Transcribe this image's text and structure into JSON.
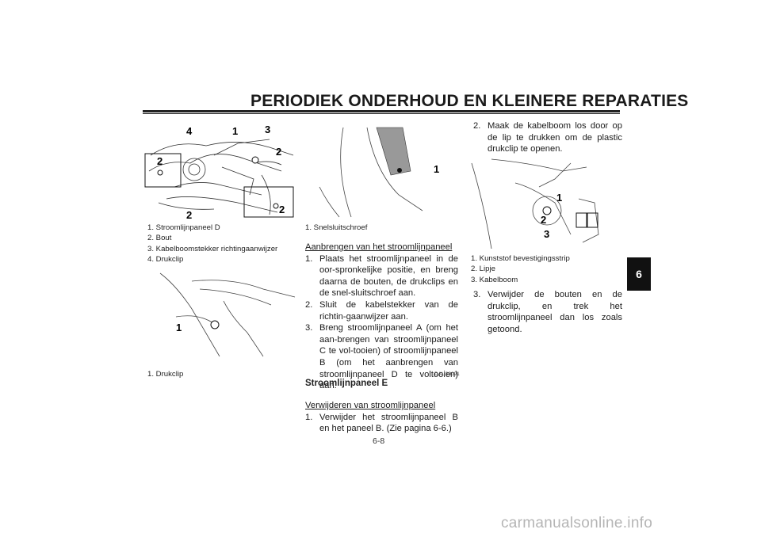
{
  "header": {
    "title": "PERIODIEK ONDERHOUD EN KLEINERE REPARATIES"
  },
  "tab": {
    "label": "6"
  },
  "figure1": {
    "callouts": [
      "4",
      "1",
      "3",
      "2",
      "2",
      "2",
      "2"
    ],
    "captions": [
      "1. Stroomlijnpaneel D",
      "2. Bout",
      "3. Kabelboomstekker richtingaanwijzer",
      "4. Drukclip"
    ]
  },
  "figure2": {
    "callouts": [
      "1"
    ],
    "captions": [
      "1. Drukclip"
    ]
  },
  "figure3": {
    "callouts": [
      "1"
    ],
    "captions": [
      "1. Snelsluitschroef"
    ]
  },
  "figure4": {
    "callouts": [
      "1",
      "2",
      "3"
    ],
    "captions": [
      "1. Kunststof bevestigingsstrip",
      "2. Lipje",
      "3. Kabelboom"
    ]
  },
  "middle": {
    "subhead1": "Aanbrengen van het stroomlijnpaneel",
    "steps1": [
      {
        "num": "1.",
        "text": "Plaats het stroomlijnpaneel in de oor-spronkelijke positie, en breng daarna de bouten, de drukclips en de snel-sluitschroef aan."
      },
      {
        "num": "2.",
        "text": "Sluit de kabelstekker van de richtin-gaanwijzer aan."
      },
      {
        "num": "3.",
        "text": "Breng stroomlijnpaneel A (om het aan-brengen van stroomlijnpaneel C te vol-tooien) of stroomlijnpaneel B (om het aanbrengen van stroomlijnpaneel D te voltooien) aan."
      }
    ],
    "code": "DAU39091",
    "section_title": "Stroomlijnpaneel E",
    "subhead2": "Verwijderen van stroomlijnpaneel",
    "steps2": [
      {
        "num": "1.",
        "text": "Verwijder het stroomlijnpaneel B en het paneel B. (Zie pagina 6-6.)"
      }
    ]
  },
  "right": {
    "step2": {
      "num": "2.",
      "text": "Maak de kabelboom los door op de lip te drukken om de plastic drukclip te openen."
    },
    "step3": {
      "num": "3.",
      "text": "Verwijder de bouten en de drukclip, en trek het stroomlijnpaneel dan los zoals getoond."
    }
  },
  "footer": {
    "page_number": "6-8",
    "watermark": "carmanualsonline.info"
  }
}
